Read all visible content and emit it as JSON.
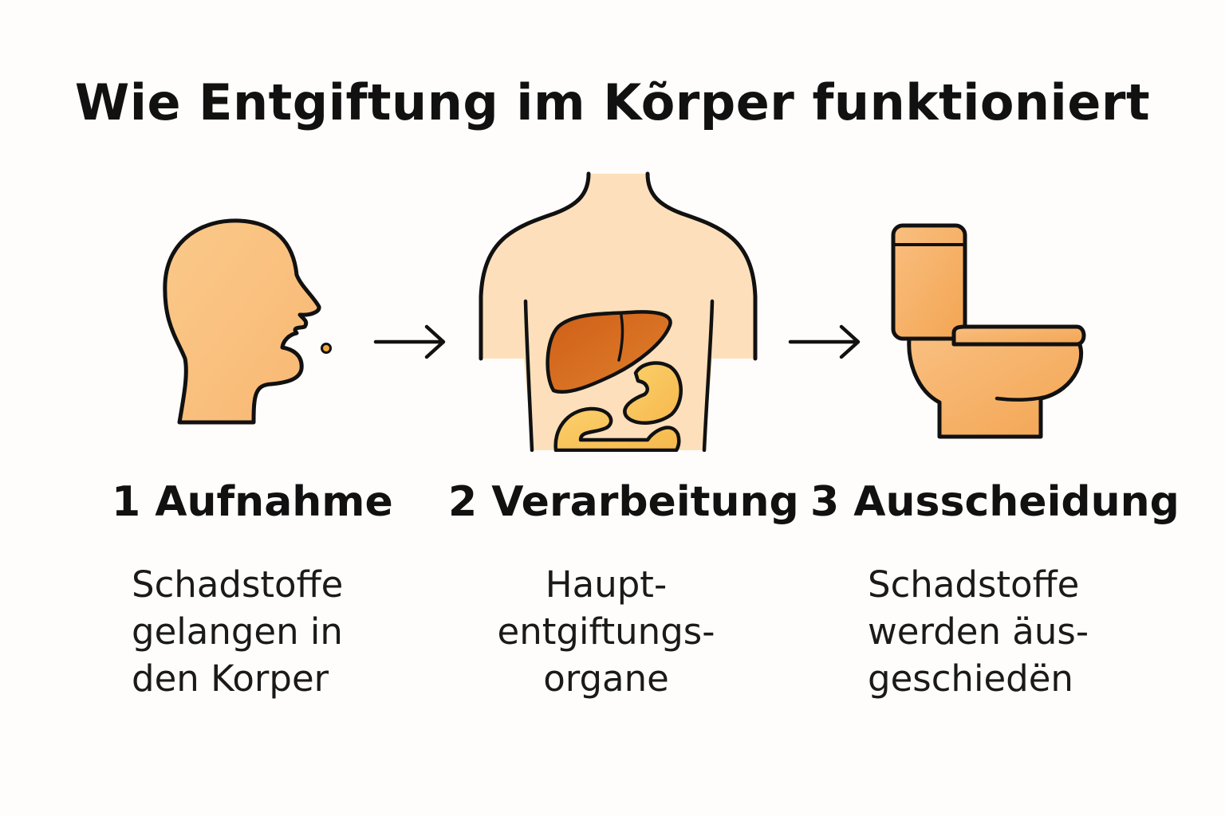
{
  "title": "Wie Entgiftung im Kõrper funktioniert",
  "colors": {
    "background": "#fefdfb",
    "skin": "#fbc98a",
    "torso": "#fde0bb",
    "liver": "#d4691f",
    "intestine": "#fbc95e",
    "toilet": "#f8b56c",
    "outline": "#111111"
  },
  "icons": {
    "head": "head-breathing-icon",
    "arrow1": "arrow-right-icon",
    "torso": "torso-organs-icon",
    "arrow2": "arrow-right-icon",
    "toilet": "toilet-icon"
  },
  "steps": [
    {
      "heading": "1 Aufnahme",
      "lines": [
        "Schadstoffe",
        "gelangen in",
        "den Korper"
      ]
    },
    {
      "heading": "2 Verarbeitung",
      "lines": [
        "Haupt-",
        "entgiftungs-",
        "organe"
      ]
    },
    {
      "heading": "3 Ausscheidung",
      "lines": [
        "Schadstoffe",
        "werden äus-",
        "geschiedën"
      ]
    }
  ]
}
